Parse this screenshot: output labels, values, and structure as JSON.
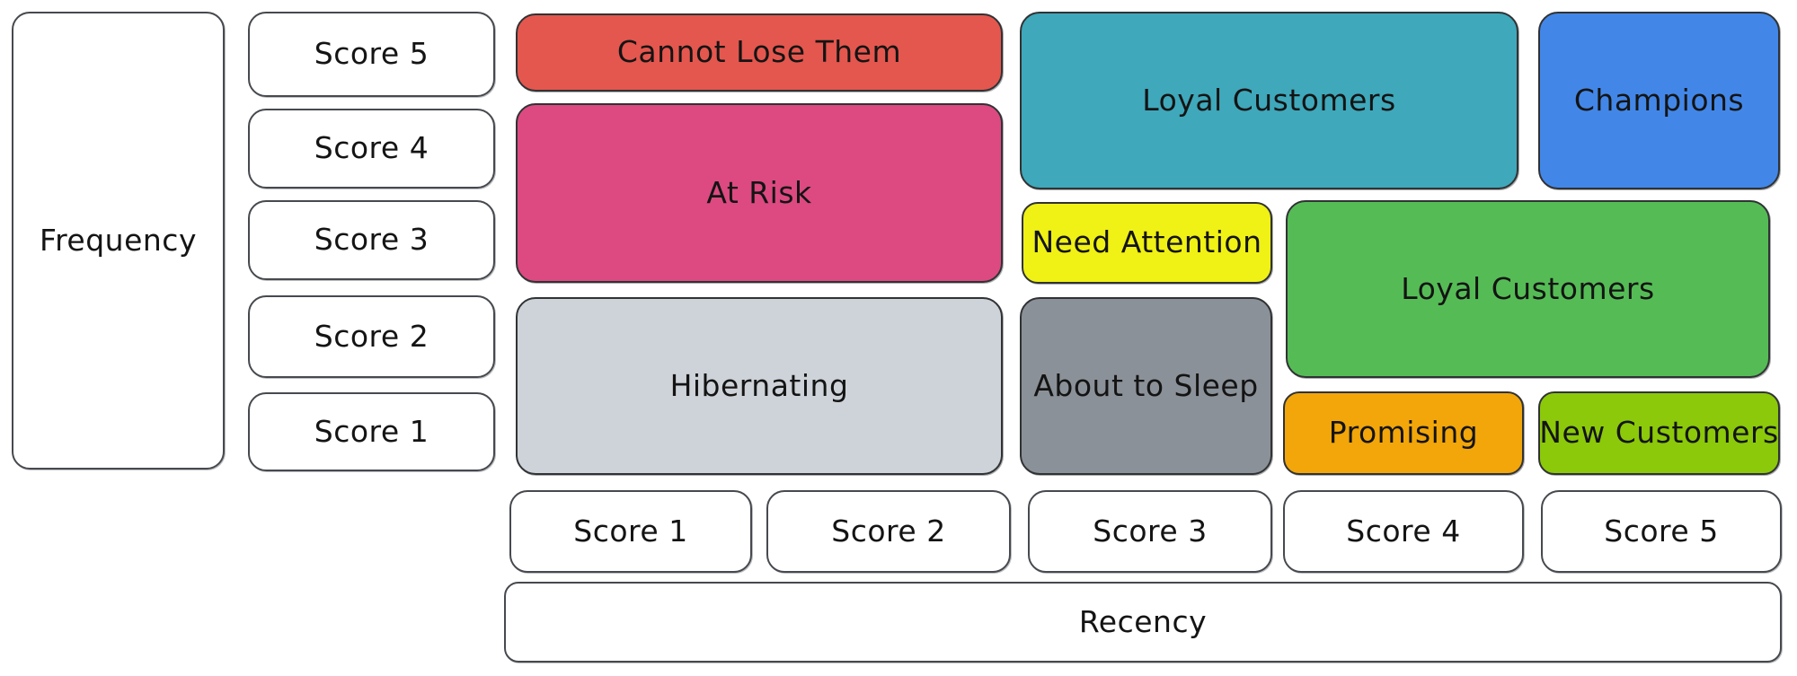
{
  "y_axis": {
    "label": "Frequency",
    "scores": [
      "Score 5",
      "Score 4",
      "Score 3",
      "Score 2",
      "Score 1"
    ]
  },
  "x_axis": {
    "label": "Recency",
    "scores": [
      "Score 1",
      "Score 2",
      "Score 3",
      "Score 4",
      "Score 5"
    ]
  },
  "segments": {
    "cannot_lose_them": {
      "label": "Cannot Lose Them",
      "color": "#e4574e"
    },
    "at_risk": {
      "label": "At Risk",
      "color": "#dc4a81"
    },
    "hibernating": {
      "label": "Hibernating",
      "color": "#ced3d9"
    },
    "loyal_customers_upper": {
      "label": "Loyal Customers",
      "color": "#3fa8bb"
    },
    "champions": {
      "label": "Champions",
      "color": "#4287e8"
    },
    "need_attention": {
      "label": "Need Attention",
      "color": "#f0f115"
    },
    "loyal_customers_mid": {
      "label": "Loyal Customers",
      "color": "#55bc55"
    },
    "about_to_sleep": {
      "label": "About to Sleep",
      "color": "#8b9198"
    },
    "promising": {
      "label": "Promising",
      "color": "#f2a60a"
    },
    "new_customers": {
      "label": "New Customers",
      "color": "#8bc90a"
    }
  },
  "style": {
    "background": "#ffffff",
    "segment_border": "#303234",
    "axis_border": "#46494e",
    "text": "#141414"
  }
}
